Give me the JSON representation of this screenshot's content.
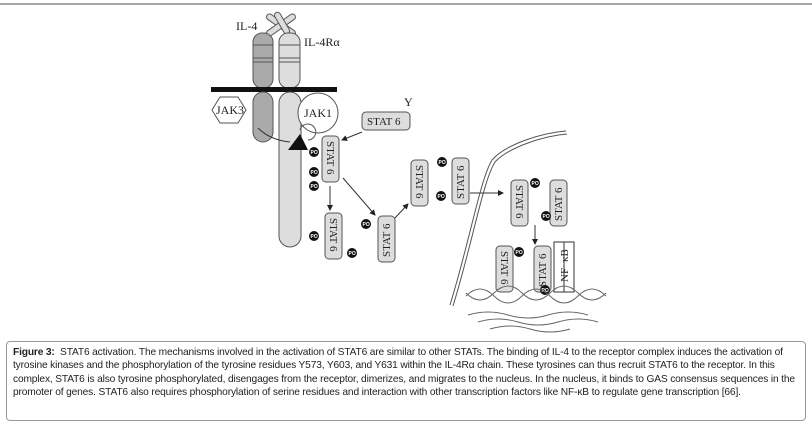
{
  "diagram": {
    "labels": {
      "il4": "IL-4",
      "il4ra": "IL-4Rα",
      "jak3": "JAK3",
      "jak1": "JAK1",
      "y": "Y",
      "stat6": "STAT 6",
      "po4": "PO",
      "nfkb_nf": "NF",
      "nfkb_kb": "κB"
    }
  },
  "caption": {
    "label": "Figure 3:",
    "text": "STAT6 activation. The mechanisms involved in the activation of STAT6 are similar to other STATs. The binding of IL-4 to the receptor complex induces the activation of tyrosine kinases and the phosphorylation of the tyrosine residues Y573, Y603, and Y631 within the IL-4Rα chain. These tyrosines can thus recruit STAT6 to the receptor. In this complex, STAT6 is also tyrosine phosphorylated, disengages from the receptor, dimerizes, and migrates to the nucleus. In the nucleus, it binds to GAS consensus sequences in the promoter of genes. STAT6 also requires phosphorylation of serine residues and interaction with other transcription factors like NF-κB to regulate gene transcription [66]."
  }
}
